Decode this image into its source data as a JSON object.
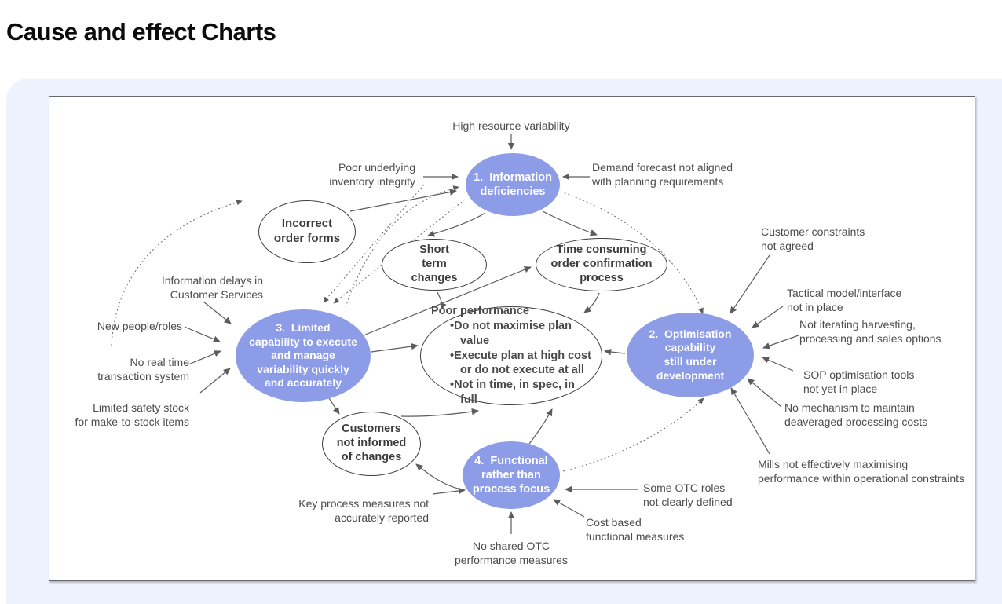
{
  "page": {
    "title": "Cause and effect Charts"
  },
  "colors": {
    "panel_background": "#eef2fc",
    "primary_node_fill": "#8c9ce7",
    "primary_node_text": "#ffffff",
    "secondary_node_border": "#3e3e42",
    "arrow_color": "#5c5c5c",
    "label_text": "#4c4c4c"
  },
  "diagram": {
    "nodes": {
      "information_deficiencies": {
        "label": "1.  Information\ndeficiencies"
      },
      "optimisation_capability": {
        "label": "2.  Optimisation\ncapability\nstill under\ndevelopment"
      },
      "limited_capability": {
        "label": "3.  Limited\ncapability to execute\nand manage\nvariability quickly\nand accurately"
      },
      "functional_focus": {
        "label": "4.  Functional\nrather than\nprocess focus"
      },
      "incorrect_order_forms": {
        "label": "Incorrect\norder forms"
      },
      "short_term_changes": {
        "label": "Short\nterm\nchanges"
      },
      "time_consuming": {
        "label": "Time consuming\norder confirmation\nprocess"
      },
      "customers_not_informed": {
        "label": "Customers\nnot informed\nof changes"
      },
      "poor_performance": {
        "title": "Poor performance",
        "bullets": [
          "Do not maximise plan value",
          "Execute plan at high cost or do not execute at all",
          "Not in time, in spec, in full"
        ]
      }
    },
    "labels": {
      "high_resource_variability": "High resource variability",
      "poor_underlying_inventory": "Poor underlying\ninventory integrity",
      "demand_forecast": "Demand forecast not aligned\nwith planning requirements",
      "customer_constraints": "Customer constraints\nnot agreed",
      "tactical_model": "Tactical model/interface\nnot in place",
      "not_iterating": "Not iterating harvesting,\nprocessing and sales options",
      "sop_tools": "SOP optimisation tools\nnot yet in place",
      "no_mechanism": "No mechanism to maintain\ndeaveraged processing costs",
      "mills": "Mills not effectively maximising\nperformance within operational constraints",
      "information_delays": "Information delays in\nCustomer Services",
      "new_people_roles": "New people/roles",
      "no_real_time": "No real time\ntransaction system",
      "limited_safety_stock": "Limited safety stock\nfor make-to-stock items",
      "key_process_measures": "Key process measures not\naccurately reported",
      "no_shared_otc": "No shared OTC\nperformance measures",
      "cost_based": "Cost based\nfunctional measures",
      "some_otc_roles": "Some OTC roles\nnot clearly defined"
    },
    "edges": [
      {
        "from": "high_resource_variability",
        "to": "information_deficiencies",
        "style": "solid"
      },
      {
        "from": "poor_underlying_inventory",
        "to": "information_deficiencies",
        "style": "solid"
      },
      {
        "from": "demand_forecast",
        "to": "information_deficiencies",
        "style": "solid"
      },
      {
        "from": "incorrect_order_forms",
        "to": "information_deficiencies",
        "style": "solid"
      },
      {
        "from": "information_deficiencies",
        "to": "short_term_changes",
        "style": "solid"
      },
      {
        "from": "information_deficiencies",
        "to": "time_consuming",
        "style": "solid"
      },
      {
        "from": "short_term_changes",
        "to": "poor_performance",
        "style": "solid"
      },
      {
        "from": "time_consuming",
        "to": "poor_performance",
        "style": "solid"
      },
      {
        "from": "limited_capability",
        "to": "time_consuming",
        "style": "solid"
      },
      {
        "from": "limited_capability",
        "to": "poor_performance",
        "style": "solid"
      },
      {
        "from": "optimisation_capability",
        "to": "poor_performance",
        "style": "solid"
      },
      {
        "from": "limited_capability",
        "to": "customers_not_informed",
        "style": "solid"
      },
      {
        "from": "functional_focus",
        "to": "customers_not_informed",
        "style": "solid"
      },
      {
        "from": "customers_not_informed",
        "to": "poor_performance",
        "style": "solid"
      },
      {
        "from": "functional_focus",
        "to": "poor_performance",
        "style": "solid"
      },
      {
        "from": "information_delays",
        "to": "limited_capability",
        "style": "solid"
      },
      {
        "from": "new_people_roles",
        "to": "limited_capability",
        "style": "solid"
      },
      {
        "from": "no_real_time",
        "to": "limited_capability",
        "style": "solid"
      },
      {
        "from": "limited_safety_stock",
        "to": "limited_capability",
        "style": "solid"
      },
      {
        "from": "customer_constraints",
        "to": "optimisation_capability",
        "style": "solid"
      },
      {
        "from": "tactical_model",
        "to": "optimisation_capability",
        "style": "solid"
      },
      {
        "from": "not_iterating",
        "to": "optimisation_capability",
        "style": "solid"
      },
      {
        "from": "sop_tools",
        "to": "optimisation_capability",
        "style": "solid"
      },
      {
        "from": "no_mechanism",
        "to": "optimisation_capability",
        "style": "solid"
      },
      {
        "from": "mills",
        "to": "optimisation_capability",
        "style": "solid"
      },
      {
        "from": "key_process_measures",
        "to": "functional_focus",
        "style": "solid"
      },
      {
        "from": "no_shared_otc",
        "to": "functional_focus",
        "style": "solid"
      },
      {
        "from": "cost_based",
        "to": "functional_focus",
        "style": "solid"
      },
      {
        "from": "some_otc_roles",
        "to": "functional_focus",
        "style": "solid"
      },
      {
        "from": "left_side",
        "to": "incorrect_order_forms",
        "style": "dotted"
      },
      {
        "from": "information_deficiencies",
        "to": "limited_capability",
        "style": "dotted"
      },
      {
        "from": "poor_underlying_inventory",
        "to": "limited_capability",
        "style": "dotted"
      },
      {
        "from": "limited_capability",
        "to": "information_deficiencies",
        "style": "dotted"
      },
      {
        "from": "information_deficiencies",
        "to": "optimisation_capability",
        "style": "dotted"
      },
      {
        "from": "functional_focus",
        "to": "optimisation_capability",
        "style": "dotted"
      }
    ]
  }
}
